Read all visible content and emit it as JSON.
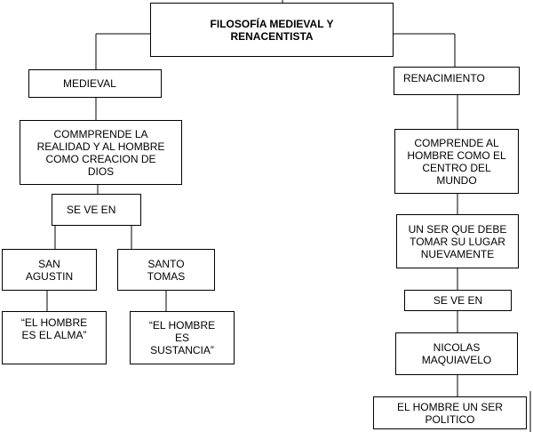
{
  "diagram": {
    "title": "FILOSOFÍA MEDIEVAL Y\nRENACENTISTA",
    "left": {
      "heading": "MEDIEVAL",
      "concept": "COMMPRENDE LA\nREALIDAD Y AL HOMBRE\nCOMO CREACION DE\nDIOS",
      "link": "SE VE EN",
      "author1": "SAN\nAGUSTIN",
      "author2": "SANTO\nTOMAS",
      "quote1": "“EL HOMBRE\nES EL ALMA”",
      "quote2": "“EL HOMBRE\nES\nSUSTANCIA”"
    },
    "right": {
      "heading": "RENACIMIENTO",
      "concept": "COMPRENDE AL\nHOMBRE COMO EL\nCENTRO DEL\nMUNDO",
      "concept2": "UN SER QUE DEBE\nTOMAR SU LUGAR\nNUEVAMENTE",
      "link": "SE VE EN",
      "author": "NICOLAS\nMAQUIAVELO",
      "conclusion": "EL HOMBRE UN SER\nPOLITICO"
    }
  }
}
